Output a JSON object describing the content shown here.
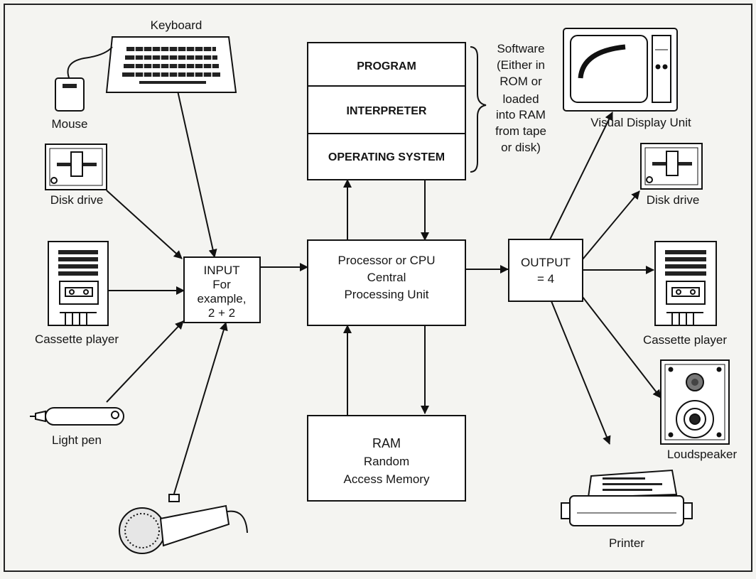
{
  "boxes": {
    "input": {
      "lines": [
        "INPUT",
        "For",
        "example,",
        "2 + 2"
      ]
    },
    "cpu": {
      "lines": [
        "Processor or CPU",
        "Central",
        "Processing Unit"
      ]
    },
    "output": {
      "lines": [
        "OUTPUT",
        "= 4"
      ]
    },
    "ram": {
      "lines": [
        "RAM",
        "Random",
        "Access Memory"
      ]
    },
    "software_stack": [
      "PROGRAM",
      "INTERPRETER",
      "OPERATING SYSTEM"
    ]
  },
  "software_note": [
    "Software",
    "(Either in",
    "ROM or",
    "loaded",
    "into RAM",
    "from tape",
    "or disk)"
  ],
  "input_devices": {
    "keyboard": "Keyboard",
    "mouse": "Mouse",
    "disk_drive": "Disk drive",
    "cassette_player": "Cassette player",
    "light_pen": "Light pen"
  },
  "output_devices": {
    "vdu": "Visual Display Unit",
    "disk_drive": "Disk drive",
    "cassette_player": "Cassette player",
    "loudspeaker": "Loudspeaker",
    "printer": "Printer"
  }
}
